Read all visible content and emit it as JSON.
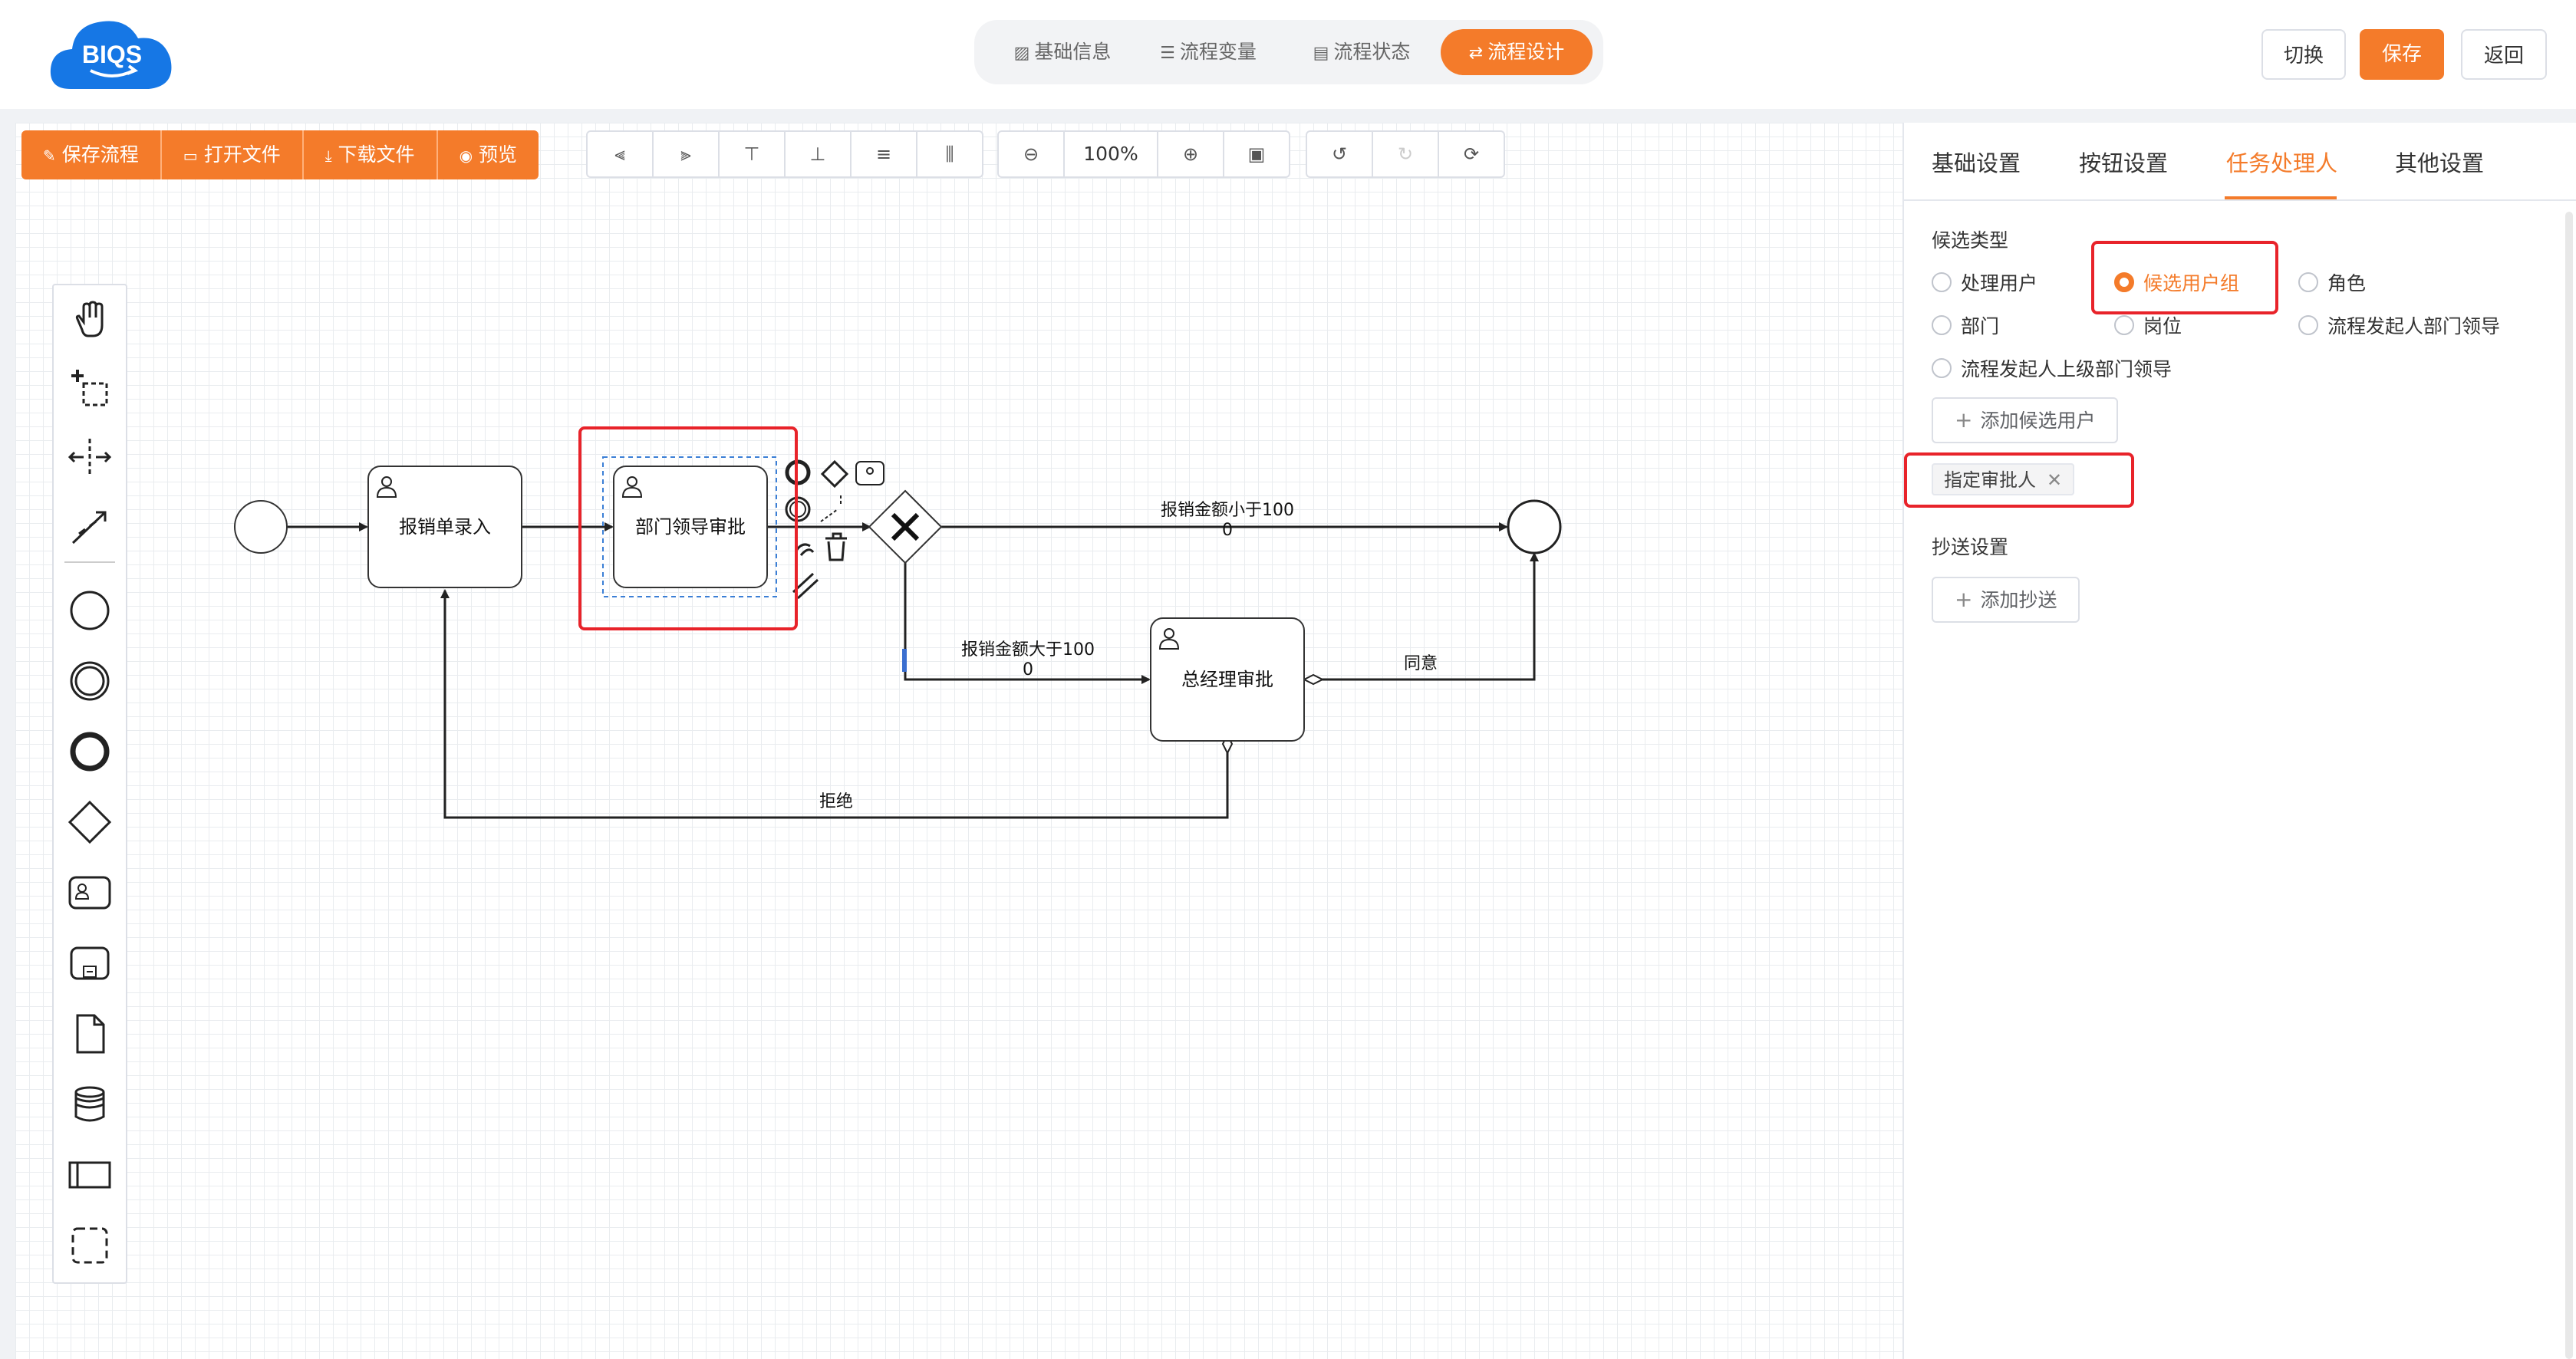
{
  "brand": {
    "logo_text": "BIQS",
    "color": "#1677e5"
  },
  "accent_color": "#f47b2a",
  "header": {
    "tabs": [
      {
        "label": "基础信息",
        "icon": "form-icon"
      },
      {
        "label": "流程变量",
        "icon": "sliders-icon"
      },
      {
        "label": "流程状态",
        "icon": "document-icon"
      },
      {
        "label": "流程设计",
        "icon": "flow-icon",
        "active": true
      }
    ],
    "buttons": {
      "switch": "切换",
      "save": "保存",
      "back": "返回"
    }
  },
  "toolbar": {
    "save_flow": "保存流程",
    "open_file": "打开文件",
    "download_file": "下载文件",
    "preview": "预览",
    "zoom": "100%"
  },
  "diagram": {
    "tasks": {
      "entry": "报销单录入",
      "dept_approval": "部门领导审批",
      "gm_approval": "总经理审批"
    },
    "flows": {
      "less_than_line1": "报销金额小于100",
      "less_than_line2": "0",
      "greater_than_line1": "报销金额大于100",
      "greater_than_line2": "0",
      "agree": "同意",
      "reject": "拒绝"
    }
  },
  "panel": {
    "tabs": [
      "基础设置",
      "按钮设置",
      "任务处理人",
      "其他设置"
    ],
    "active_tab": "任务处理人",
    "candidate_type_title": "候选类型",
    "candidate_options": [
      {
        "label": "处理用户",
        "selected": false
      },
      {
        "label": "候选用户组",
        "selected": true
      },
      {
        "label": "角色",
        "selected": false
      },
      {
        "label": "部门",
        "selected": false
      },
      {
        "label": "岗位",
        "selected": false
      },
      {
        "label": "流程发起人部门领导",
        "selected": false
      },
      {
        "label": "流程发起人上级部门领导",
        "selected": false
      }
    ],
    "add_candidate_user": "添加候选用户",
    "selected_tag": "指定审批人",
    "cc_title": "抄送设置",
    "add_cc": "添加抄送"
  }
}
